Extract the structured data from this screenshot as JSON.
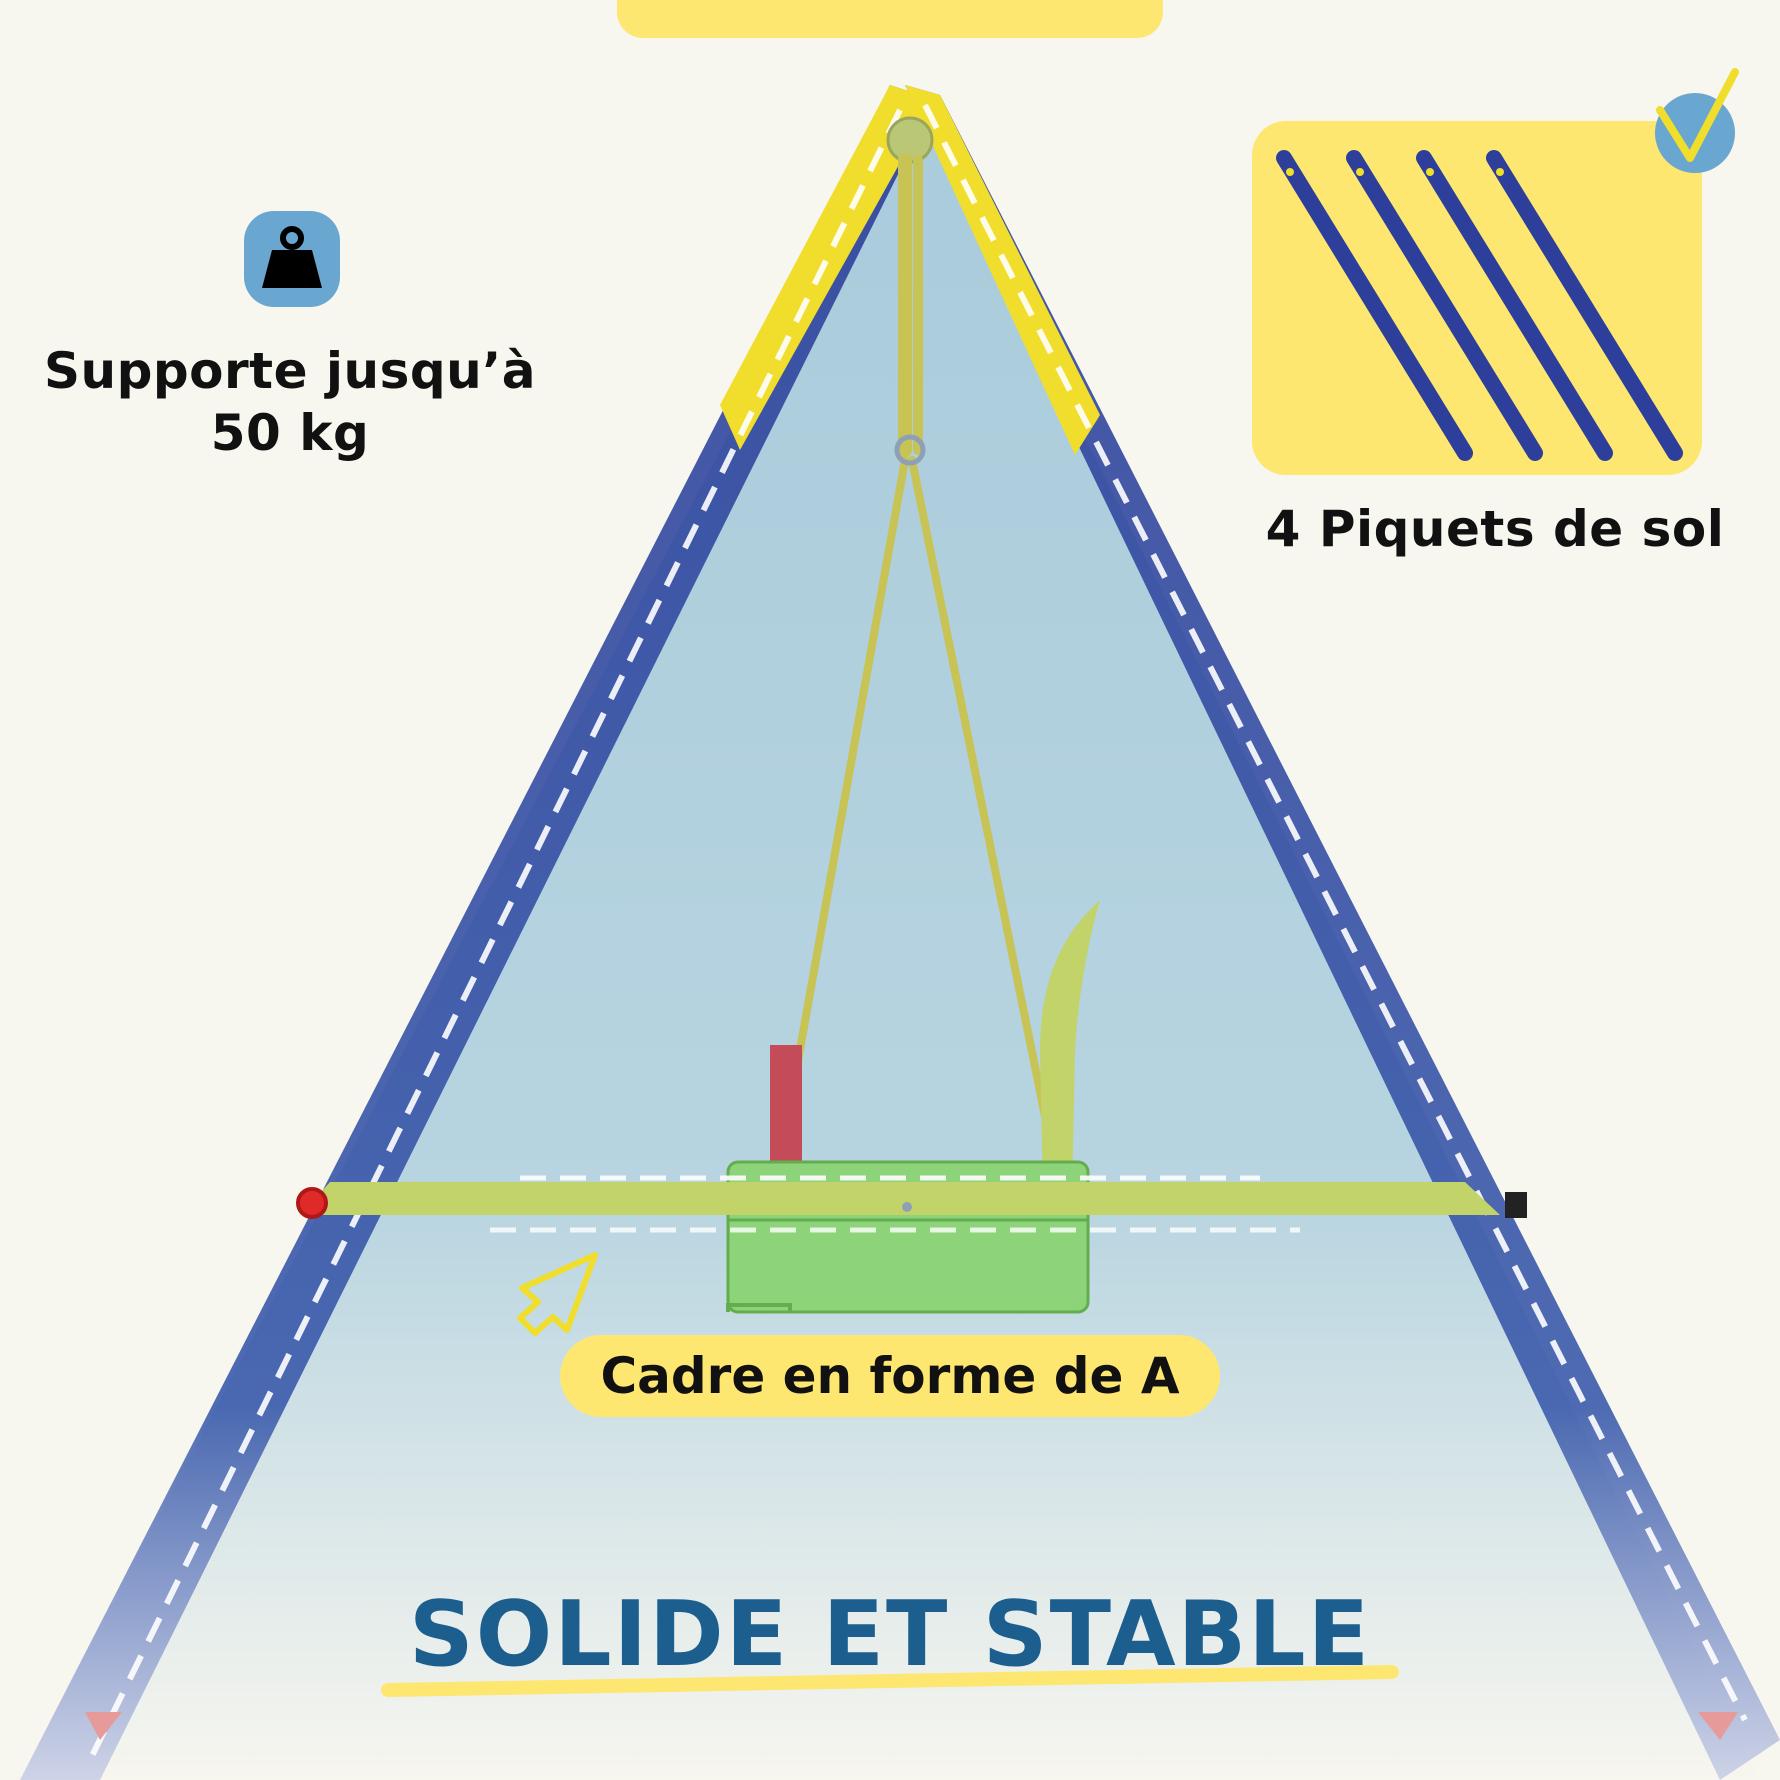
{
  "features": {
    "weight_line1": "Supporte jusqu’à",
    "weight_line2": "50 kg",
    "stakes_label": "4 Piquets de sol",
    "frame_label": "Cadre en forme de A"
  },
  "headline": "SOLIDE ET STABLE",
  "icons": {
    "weight": "weight-icon",
    "stakes": "ground-stakes-icon",
    "check": "check-badge-icon",
    "cursor": "pointer-cursor-icon"
  },
  "colors": {
    "background": "#f7f6ef",
    "accent_yellow": "#fde771",
    "frame_blue": "#2d3f9a",
    "title_blue": "#1c5f8e",
    "icon_blue": "#6aa7d0"
  }
}
